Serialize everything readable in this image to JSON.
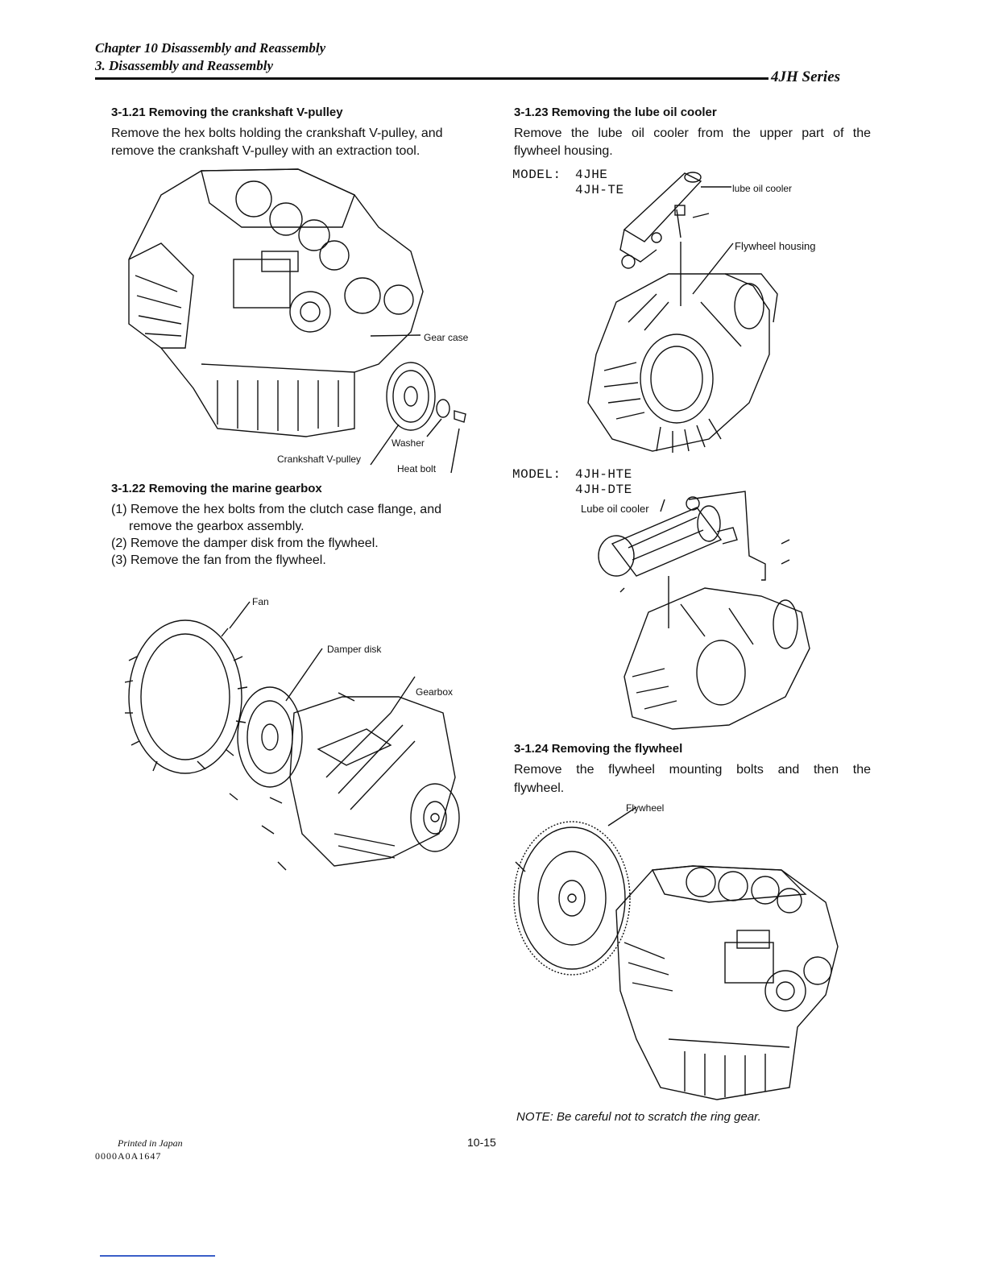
{
  "header": {
    "chapter": "Chapter 10 Disassembly and Reassembly",
    "section": "3. Disassembly and Reassembly",
    "series": "4JH  Series"
  },
  "left": {
    "s21": {
      "title": "3-1.21 Removing the crankshaft V-pulley",
      "line1": "Remove the hex bolts holding the crankshaft V-pulley, and",
      "line2": "remove the crankshaft V-pulley with an extraction tool.",
      "labels": {
        "gear_case": "Gear case",
        "washer": "Washer",
        "pulley": "Crankshaft V-pulley",
        "bolt": "Heat bolt"
      }
    },
    "s22": {
      "title": "3-1.22 Removing the marine gearbox",
      "step1a": "(1) Remove the hex bolts from the clutch case flange, and",
      "step1b": "remove the gearbox assembly.",
      "step2": "(2) Remove the damper disk from the flywheel.",
      "step3": "(3) Remove the fan from the flywheel.",
      "labels": {
        "fan": "Fan",
        "damper": "Damper disk",
        "gearbox": "Gearbox"
      }
    }
  },
  "right": {
    "s23": {
      "title": "3-1.23 Removing the lube oil cooler",
      "line1": "Remove the lube oil cooler from the upper part of the",
      "line2": "flywheel housing.",
      "model1_label": "MODEL:",
      "model1_a": "4JHE",
      "model1_b": "4JH-TE",
      "labels1": {
        "cooler": "lube oil cooler",
        "housing": "Flywheel housing"
      },
      "model2_label": "MODEL:",
      "model2_a": "4JH-HTE",
      "model2_b": "4JH-DTE",
      "labels2": {
        "cooler": "Lube oil cooler"
      }
    },
    "s24": {
      "title": "3-1.24 Removing the flywheel",
      "line1": "Remove the flywheel mounting bolts and then the",
      "line2": "flywheel.",
      "labels": {
        "flywheel": "Flywheel"
      }
    },
    "note": "NOTE: Be careful not to scratch the ring gear."
  },
  "footer": {
    "printed": "Printed in Japan",
    "code": "0000A0A1647",
    "page": "10-15"
  },
  "colors": {
    "ink": "#111111",
    "bottom_bar": "#3a5fc8"
  }
}
